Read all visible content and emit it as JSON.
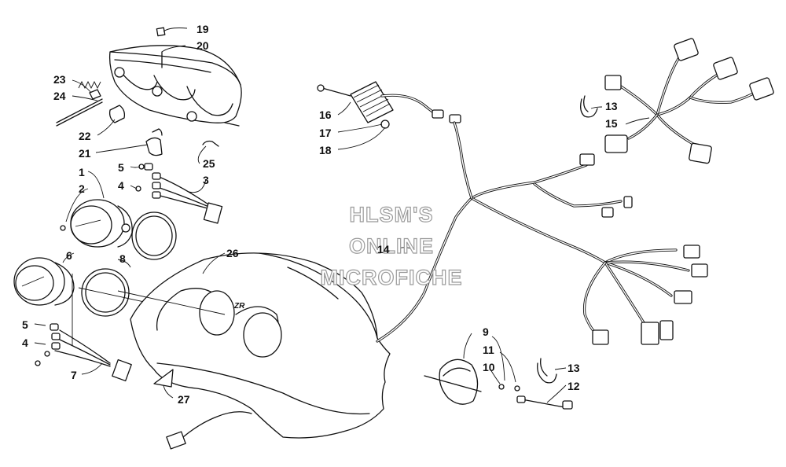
{
  "watermark": {
    "line1": "HLSM'S",
    "line2": "ONLINE",
    "line3": "MICROFICHE"
  },
  "hood_badge": "ZR",
  "callouts": [
    {
      "id": "c1",
      "text": "1"
    },
    {
      "id": "c2",
      "text": "2"
    },
    {
      "id": "c3",
      "text": "3"
    },
    {
      "id": "c4a",
      "text": "4"
    },
    {
      "id": "c4b",
      "text": "4"
    },
    {
      "id": "c5a",
      "text": "5"
    },
    {
      "id": "c5b",
      "text": "5"
    },
    {
      "id": "c6",
      "text": "6"
    },
    {
      "id": "c7",
      "text": "7"
    },
    {
      "id": "c8",
      "text": "8"
    },
    {
      "id": "c9",
      "text": "9"
    },
    {
      "id": "c10",
      "text": "10"
    },
    {
      "id": "c11",
      "text": "11"
    },
    {
      "id": "c12",
      "text": "12"
    },
    {
      "id": "c13a",
      "text": "13"
    },
    {
      "id": "c13b",
      "text": "13"
    },
    {
      "id": "c14",
      "text": "14"
    },
    {
      "id": "c15",
      "text": "15"
    },
    {
      "id": "c16",
      "text": "16"
    },
    {
      "id": "c17",
      "text": "17"
    },
    {
      "id": "c18",
      "text": "18"
    },
    {
      "id": "c19",
      "text": "19"
    },
    {
      "id": "c20",
      "text": "20"
    },
    {
      "id": "c21",
      "text": "21"
    },
    {
      "id": "c22",
      "text": "22"
    },
    {
      "id": "c23",
      "text": "23"
    },
    {
      "id": "c24",
      "text": "24"
    },
    {
      "id": "c25",
      "text": "25"
    },
    {
      "id": "c26",
      "text": "26"
    },
    {
      "id": "c27",
      "text": "27"
    }
  ]
}
